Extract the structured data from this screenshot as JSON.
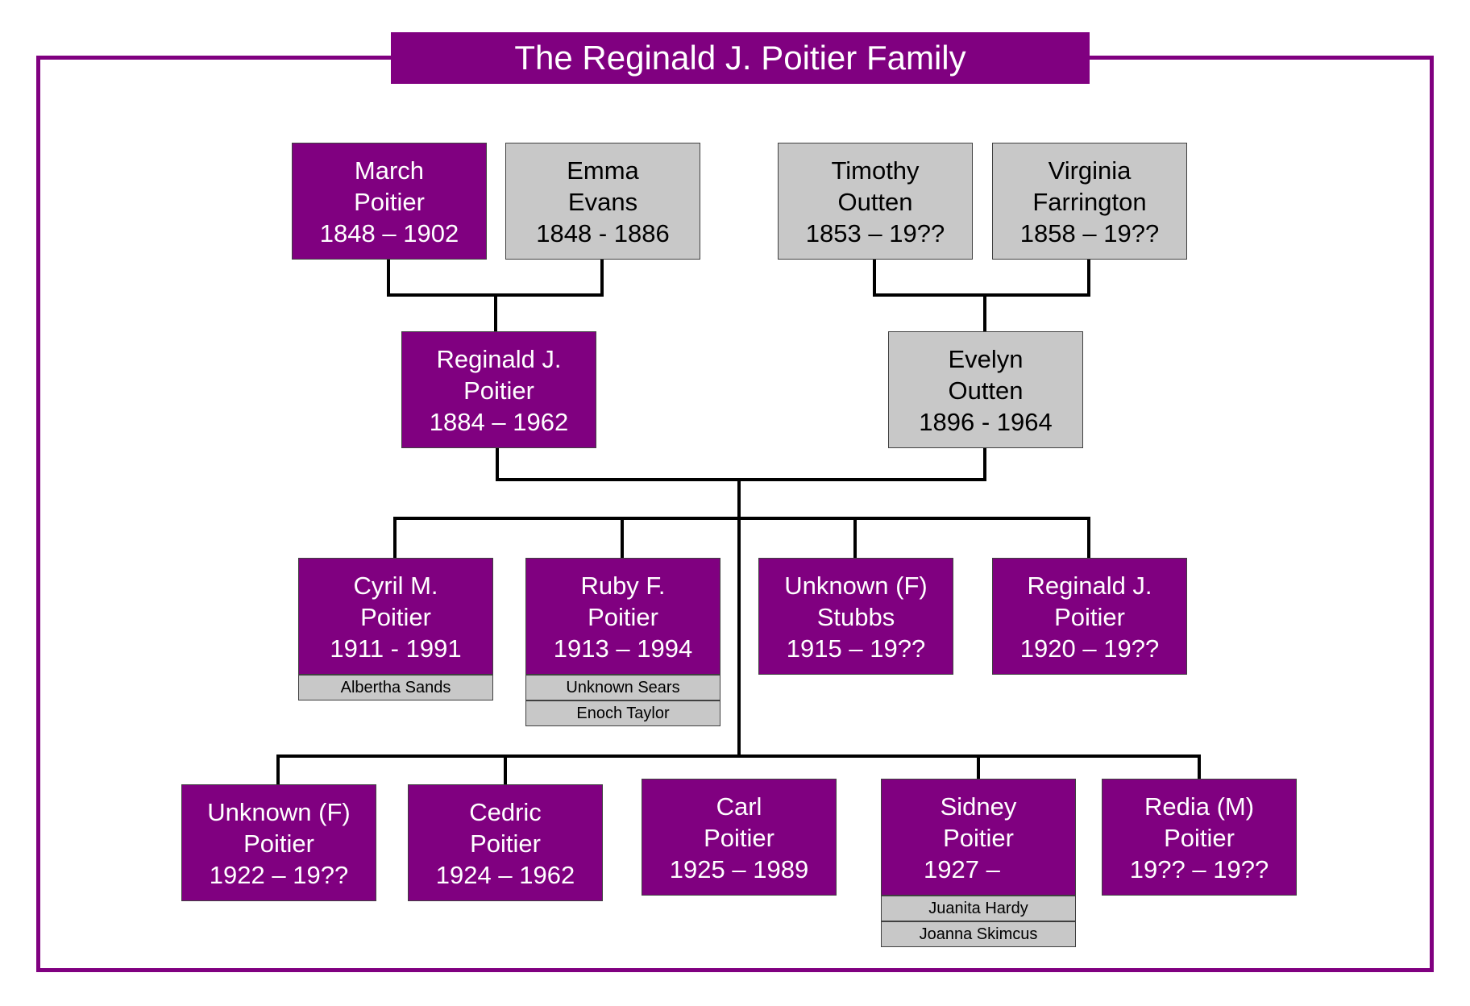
{
  "title": "The Reginald J. Poitier Family",
  "colors": {
    "purple": "#800080",
    "gray": "#c8c8c8",
    "line": "#000000"
  },
  "grandparents": [
    {
      "first": "March",
      "last": "Poitier",
      "dates": "1848 – 1902"
    },
    {
      "first": "Emma",
      "last": "Evans",
      "dates": "1848 - 1886"
    },
    {
      "first": "Timothy",
      "last": "Outten",
      "dates": "1853 – 19??"
    },
    {
      "first": "Virginia",
      "last": "Farrington",
      "dates": "1858 – 19??"
    }
  ],
  "parents": [
    {
      "first": "Reginald J.",
      "last": "Poitier",
      "dates": "1884 – 1962"
    },
    {
      "first": "Evelyn",
      "last": "Outten",
      "dates": "1896 - 1964"
    }
  ],
  "children_row1": [
    {
      "first": "Cyril M.",
      "last": "Poitier",
      "dates": "1911 - 1991",
      "spouses": [
        "Albertha Sands"
      ]
    },
    {
      "first": "Ruby F.",
      "last": "Poitier",
      "dates": "1913 – 1994",
      "spouses": [
        "Unknown Sears",
        "Enoch Taylor"
      ]
    },
    {
      "first": "Unknown (F)",
      "last": "Stubbs",
      "dates": "1915 – 19??",
      "spouses": []
    },
    {
      "first": "Reginald J.",
      "last": "Poitier",
      "dates": "1920 – 19??",
      "spouses": []
    }
  ],
  "children_row2": [
    {
      "first": "Unknown (F)",
      "last": "Poitier",
      "dates": "1922 – 19??",
      "spouses": []
    },
    {
      "first": "Cedric",
      "last": "Poitier",
      "dates": "1924 – 1962",
      "spouses": []
    },
    {
      "first": "Carl",
      "last": "Poitier",
      "dates": "1925 – 1989",
      "spouses": []
    },
    {
      "first": "Sidney",
      "last": "Poitier",
      "dates": "1927 –",
      "spouses": [
        "Juanita Hardy",
        "Joanna Skimcus"
      ]
    },
    {
      "first": "Redia (M)",
      "last": "Poitier",
      "dates": "19?? – 19??",
      "spouses": []
    }
  ]
}
